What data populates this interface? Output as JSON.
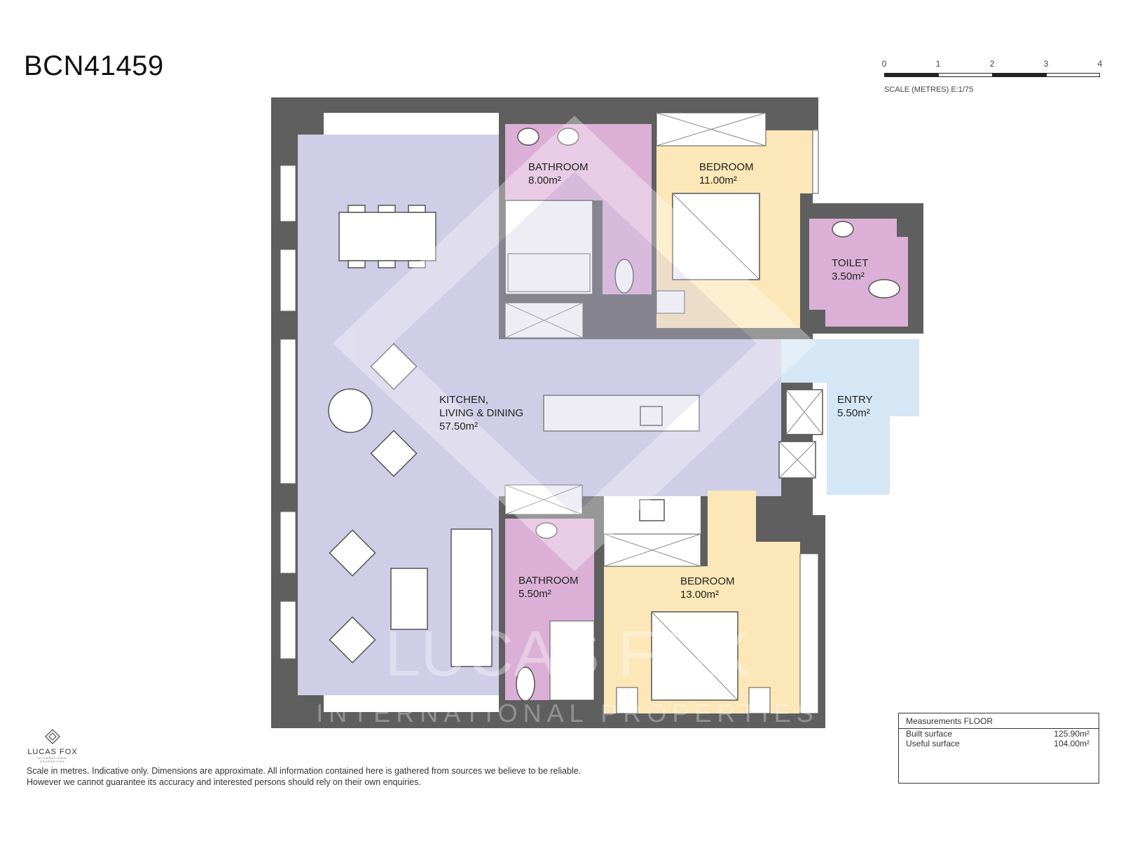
{
  "header": {
    "reference": "BCN41459"
  },
  "scale": {
    "ticks": [
      "0",
      "1",
      "2",
      "3",
      "4"
    ],
    "caption": "SCALE (METRES) E:1/75"
  },
  "rooms": {
    "living": {
      "name_line1": "KITCHEN,",
      "name_line2": "LIVING & DINING",
      "area": "57.50m²"
    },
    "bathroom_top": {
      "name": "BATHROOM",
      "area": "8.00m²"
    },
    "bedroom_top": {
      "name": "BEDROOM",
      "area": "11.00m²"
    },
    "toilet": {
      "name": "TOILET",
      "area": "3.50m²"
    },
    "entry": {
      "name": "ENTRY",
      "area": "5.50m²"
    },
    "bathroom_bottom": {
      "name": "BATHROOM",
      "area": "5.50m²"
    },
    "bedroom_bottom": {
      "name": "BEDROOM",
      "area": "13.00m²"
    }
  },
  "watermark": {
    "brand": "LUCAS FOX",
    "tagline": "INTERNATIONAL PROPERTIES"
  },
  "logo": {
    "name": "LUCAS FOX",
    "tagline": "INTERNATIONAL PROPERTIES"
  },
  "disclaimer": {
    "line1": "Scale in metres. Indicative only. Dimensions are approximate. All information contained here is gathered from sources we believe to be reliable.",
    "line2": "However we cannot guarantee its accuracy and interested persons should rely on their own enquiries."
  },
  "measurements": {
    "title": "Measurements FLOOR",
    "rows": [
      {
        "label": "Built surface",
        "value": "125.90m²"
      },
      {
        "label": "Useful surface",
        "value": "104.00m²"
      }
    ]
  },
  "colors": {
    "wall": "#5f5f60",
    "living": "#d0cde6",
    "wet_room": "#dcb0d6",
    "bedroom": "#fbe7b7",
    "entry": "#d5e6f4"
  }
}
